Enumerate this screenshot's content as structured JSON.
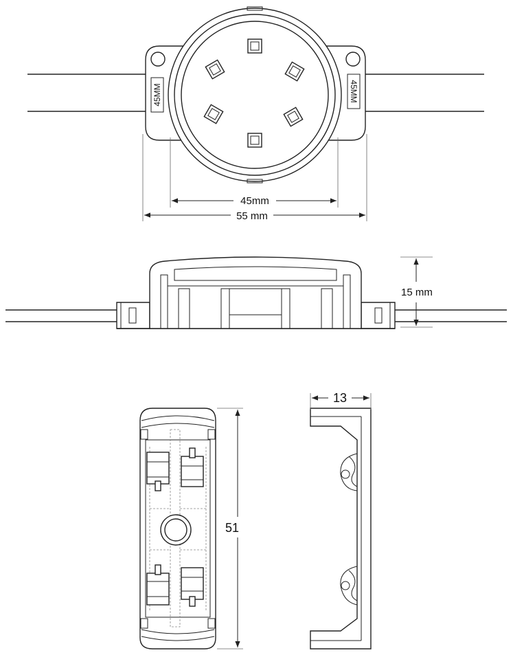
{
  "top_view": {
    "label_left": "45MM",
    "label_right": "45MM",
    "dim_inner": "45mm",
    "dim_outer": "55 mm"
  },
  "side_view": {
    "dim_height": "15 mm"
  },
  "clip_views": {
    "dim_length": "51",
    "dim_width": "13"
  }
}
